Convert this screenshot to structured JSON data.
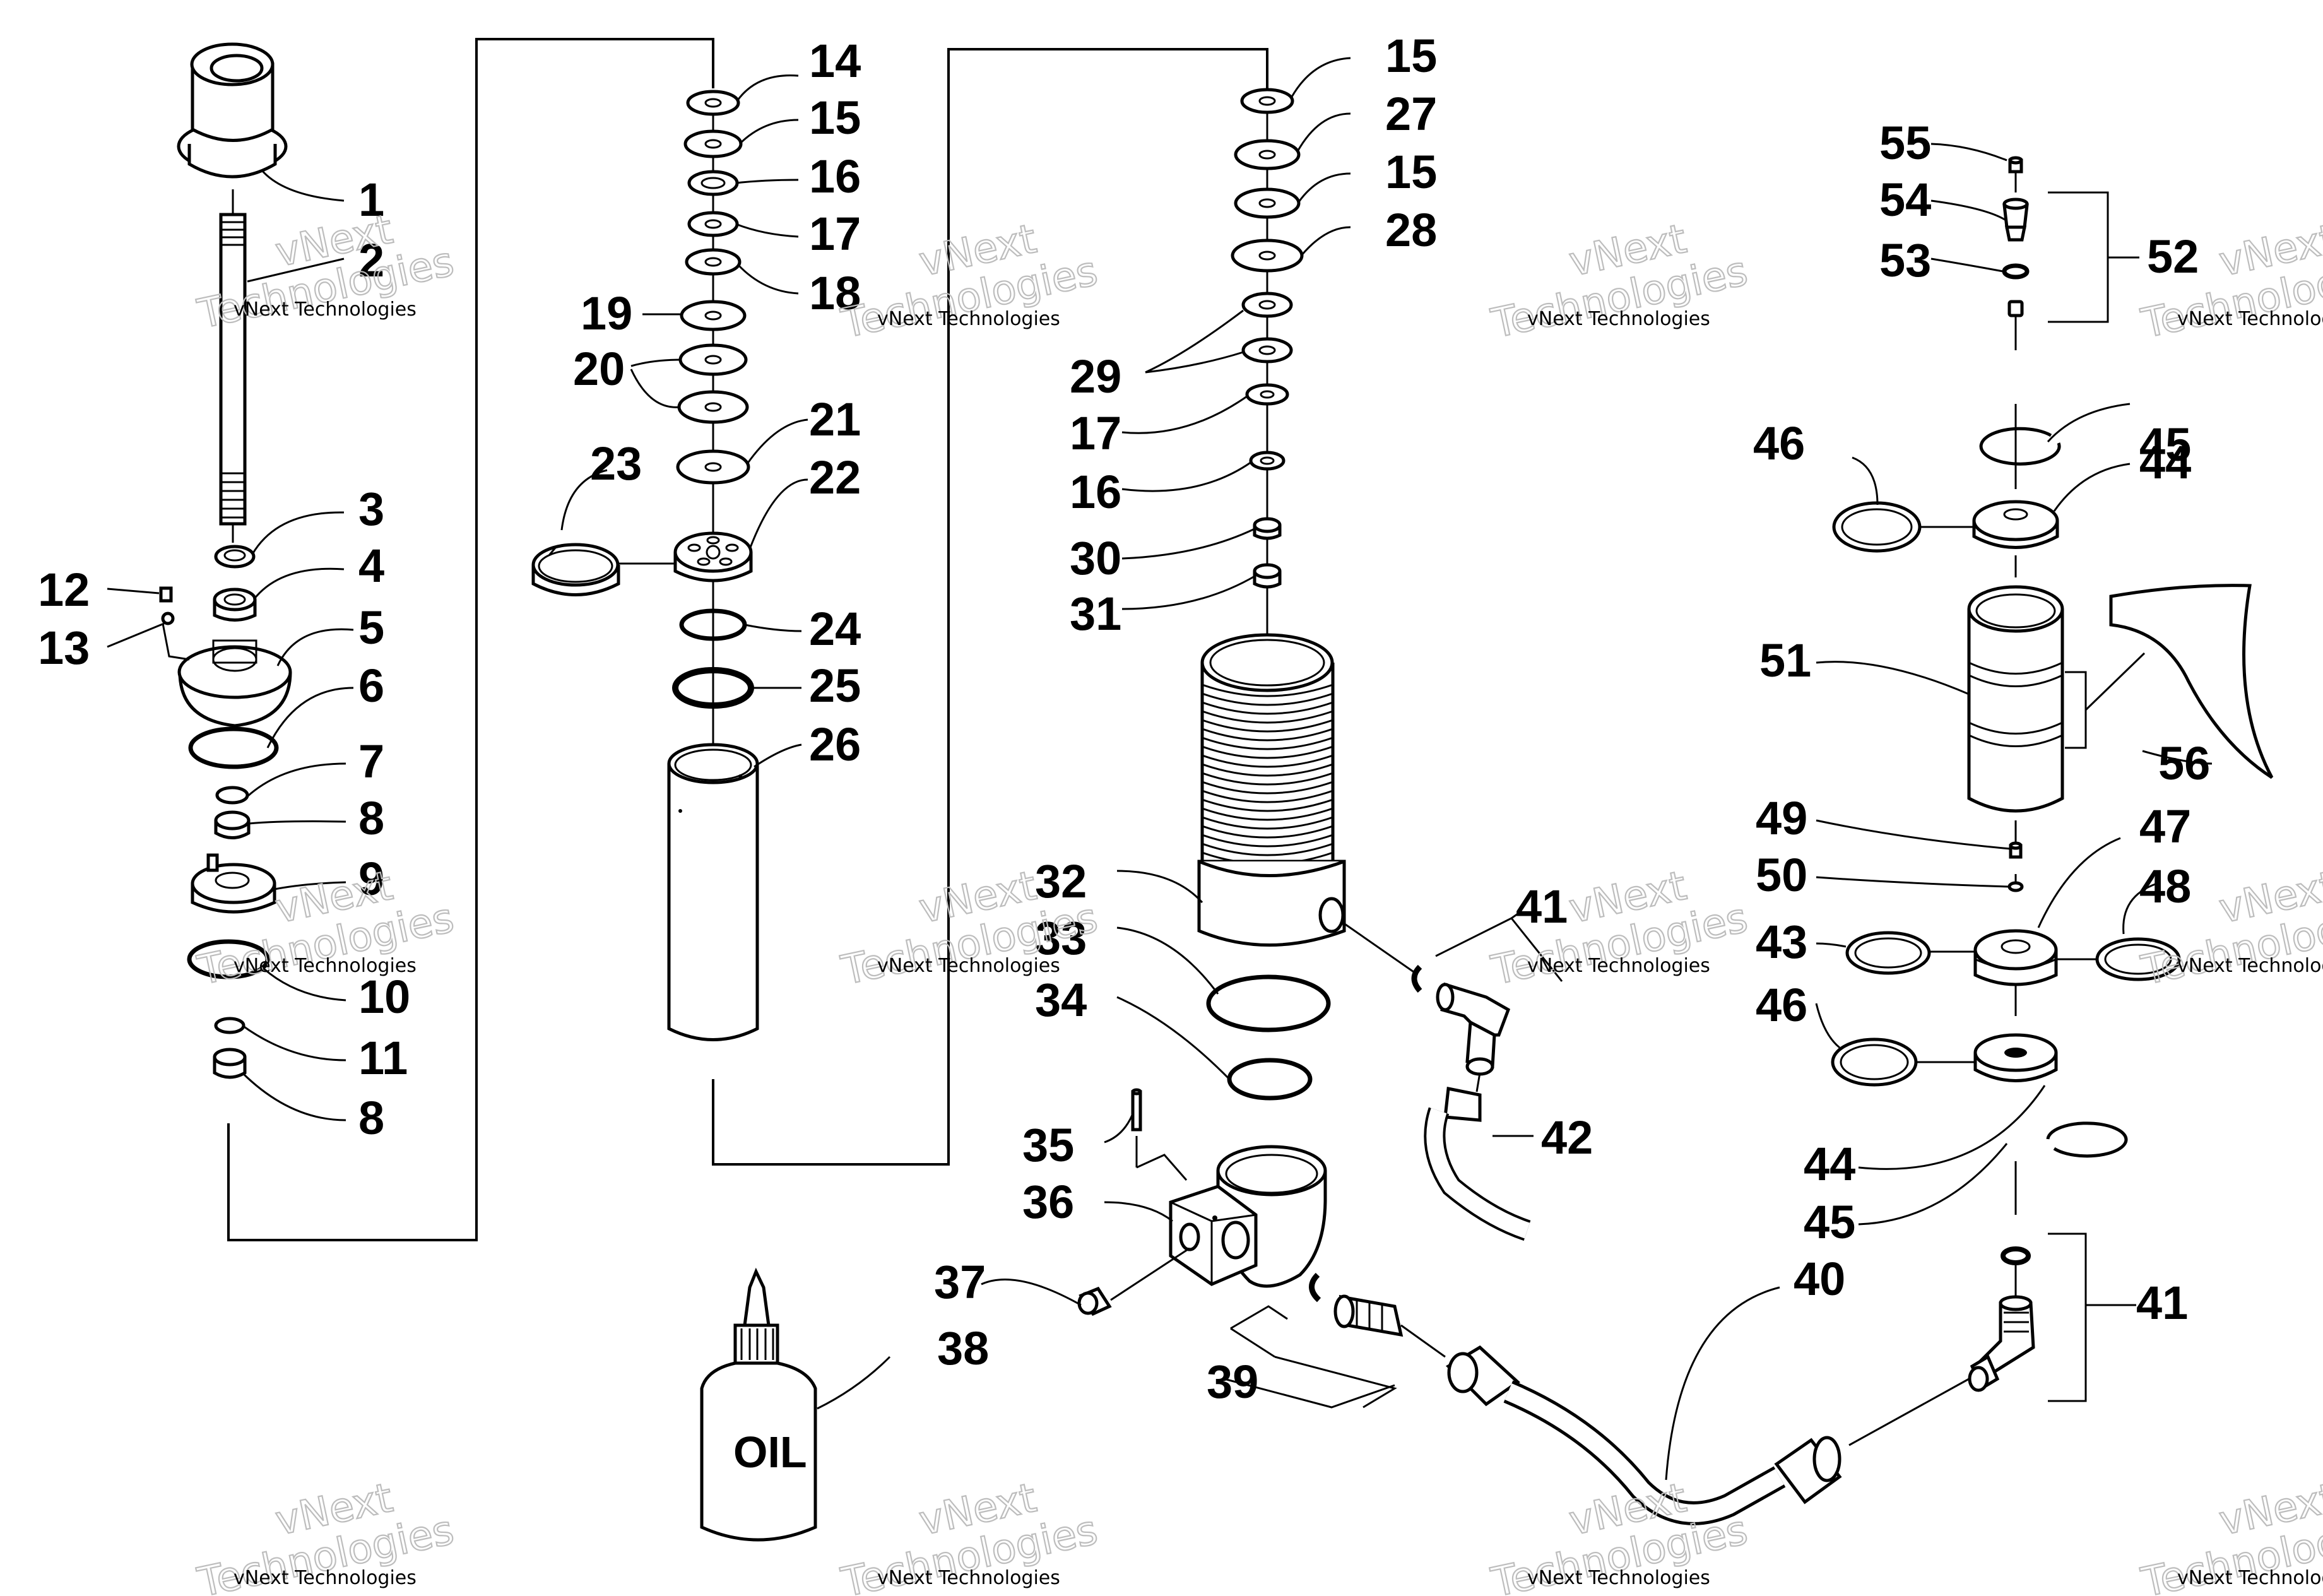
{
  "watermark": {
    "line1": "vNext",
    "line2": "Technologies",
    "caption": "vNext Technologies"
  },
  "container_text": "OIL",
  "callouts": [
    {
      "n": "1"
    },
    {
      "n": "2"
    },
    {
      "n": "3"
    },
    {
      "n": "4"
    },
    {
      "n": "5"
    },
    {
      "n": "6"
    },
    {
      "n": "7"
    },
    {
      "n": "8"
    },
    {
      "n": "9"
    },
    {
      "n": "10"
    },
    {
      "n": "11"
    },
    {
      "n": "8"
    },
    {
      "n": "12"
    },
    {
      "n": "13"
    },
    {
      "n": "14"
    },
    {
      "n": "15"
    },
    {
      "n": "16"
    },
    {
      "n": "17"
    },
    {
      "n": "18"
    },
    {
      "n": "19"
    },
    {
      "n": "20"
    },
    {
      "n": "21"
    },
    {
      "n": "22"
    },
    {
      "n": "23"
    },
    {
      "n": "24"
    },
    {
      "n": "25"
    },
    {
      "n": "26"
    },
    {
      "n": "15"
    },
    {
      "n": "27"
    },
    {
      "n": "15"
    },
    {
      "n": "28"
    },
    {
      "n": "29"
    },
    {
      "n": "17"
    },
    {
      "n": "16"
    },
    {
      "n": "30"
    },
    {
      "n": "31"
    },
    {
      "n": "32"
    },
    {
      "n": "33"
    },
    {
      "n": "34"
    },
    {
      "n": "35"
    },
    {
      "n": "36"
    },
    {
      "n": "37"
    },
    {
      "n": "38"
    },
    {
      "n": "39"
    },
    {
      "n": "40"
    },
    {
      "n": "41"
    },
    {
      "n": "42"
    },
    {
      "n": "55"
    },
    {
      "n": "54"
    },
    {
      "n": "53"
    },
    {
      "n": "52"
    },
    {
      "n": "45"
    },
    {
      "n": "46"
    },
    {
      "n": "44"
    },
    {
      "n": "51"
    },
    {
      "n": "56"
    },
    {
      "n": "49"
    },
    {
      "n": "47"
    },
    {
      "n": "50"
    },
    {
      "n": "48"
    },
    {
      "n": "43"
    },
    {
      "n": "46"
    },
    {
      "n": "44"
    },
    {
      "n": "45"
    },
    {
      "n": "41"
    }
  ]
}
